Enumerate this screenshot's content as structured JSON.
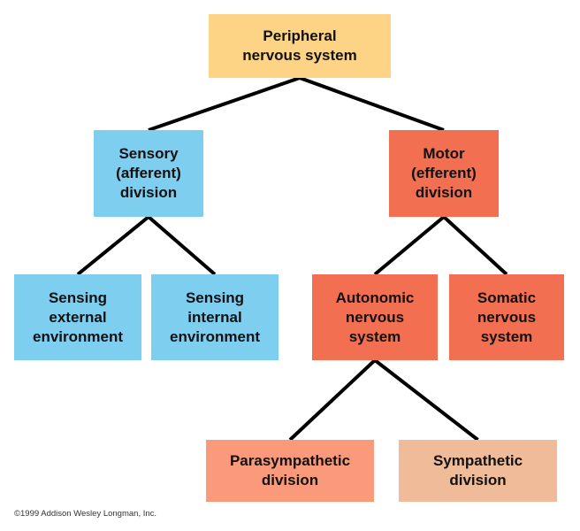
{
  "diagram": {
    "title": "Peripheral nervous system",
    "nodes": [
      {
        "id": "n-pns",
        "label": "Peripheral\nnervous system",
        "color": "#FDD386"
      },
      {
        "id": "n-sensory",
        "label": "Sensory\n(afferent)\ndivision",
        "color": "#7ECEF0",
        "parent": "n-pns"
      },
      {
        "id": "n-motor",
        "label": "Motor\n(efferent)\ndivision",
        "color": "#F26F51",
        "parent": "n-pns"
      },
      {
        "id": "n-ext",
        "label": "Sensing\nexternal\nenvironment",
        "color": "#7ECEF0",
        "parent": "n-sensory"
      },
      {
        "id": "n-int",
        "label": "Sensing\ninternal\nenvironment",
        "color": "#7ECEF0",
        "parent": "n-sensory"
      },
      {
        "id": "n-auto",
        "label": "Autonomic\nnervous\nsystem",
        "color": "#F26F51",
        "parent": "n-motor"
      },
      {
        "id": "n-soma",
        "label": "Somatic\nnervous\nsystem",
        "color": "#F26F51",
        "parent": "n-motor"
      },
      {
        "id": "n-para",
        "label": "Parasympathetic\ndivision",
        "color": "#FB9A7A",
        "parent": "n-auto"
      },
      {
        "id": "n-symp",
        "label": "Sympathetic\ndivision",
        "color": "#F0BB98",
        "parent": "n-auto"
      }
    ],
    "line_color": "#000000"
  },
  "footer": {
    "copyright": "©1999 Addison Wesley Longman, Inc."
  }
}
